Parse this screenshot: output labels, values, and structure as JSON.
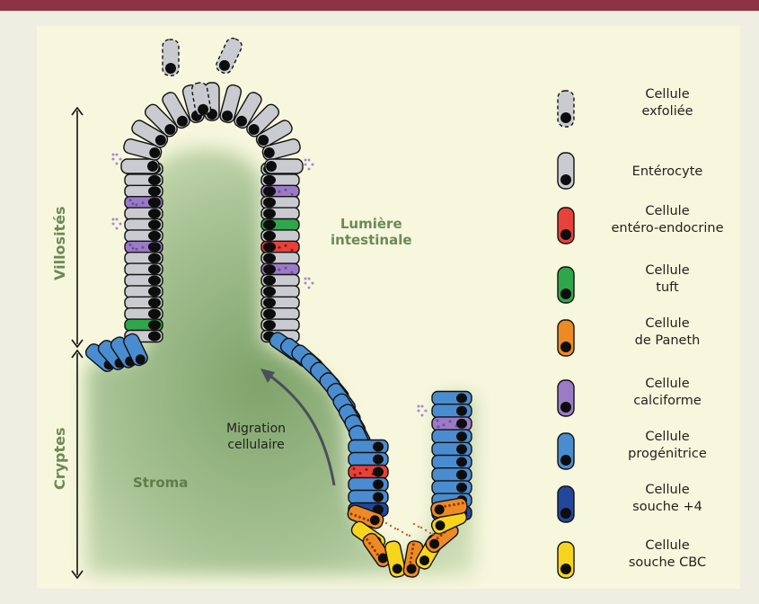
{
  "labels": {
    "villosites": "Villosités",
    "cryptes": "Cryptes",
    "lumiere_line1": "Lumière",
    "lumiere_line2": "intestinale",
    "stroma": "Stroma",
    "migration_line1": "Migration",
    "migration_line2": "cellulaire"
  },
  "legend": [
    {
      "name": "exfoliated-cell",
      "line1": "Cellule",
      "line2": "exfoliée",
      "color": "#c9cbd0",
      "dashed": true
    },
    {
      "name": "enterocyte",
      "line1": "Entérocyte",
      "line2": "",
      "color": "#c9cbd0"
    },
    {
      "name": "enteroendocrine-cell",
      "line1": "Cellule",
      "line2": "entéro-endocrine",
      "color": "#e8413a"
    },
    {
      "name": "tuft-cell",
      "line1": "Cellule",
      "line2": "tuft",
      "color": "#2fa64a"
    },
    {
      "name": "paneth-cell",
      "line1": "Cellule",
      "line2": "de Paneth",
      "color": "#ee8a24"
    },
    {
      "name": "goblet-cell",
      "line1": "Cellule",
      "line2": "calciforme",
      "color": "#9b7bc6"
    },
    {
      "name": "progenitor-cell",
      "line1": "Cellule",
      "line2": "progénitrice",
      "color": "#4a8cd0"
    },
    {
      "name": "stem-cell-plus4",
      "line1": "Cellule",
      "line2": "souche +4",
      "color": "#22479a"
    },
    {
      "name": "stem-cell-cbc",
      "line1": "Cellule",
      "line2": "souche CBC",
      "color": "#f7d51c"
    }
  ],
  "colors": {
    "border": "#8e3346",
    "panel": "#f7f7dd",
    "stroma": "#9ab98a",
    "enterocyte": "#c9cbd0",
    "goblet": "#9b7bc6",
    "tuft": "#2fa64a",
    "enteroendocrine": "#e8413a",
    "progenitor": "#4a8cd0",
    "stem_plus4": "#22479a",
    "paneth": "#ee8a24",
    "cbc": "#f7d51c"
  }
}
